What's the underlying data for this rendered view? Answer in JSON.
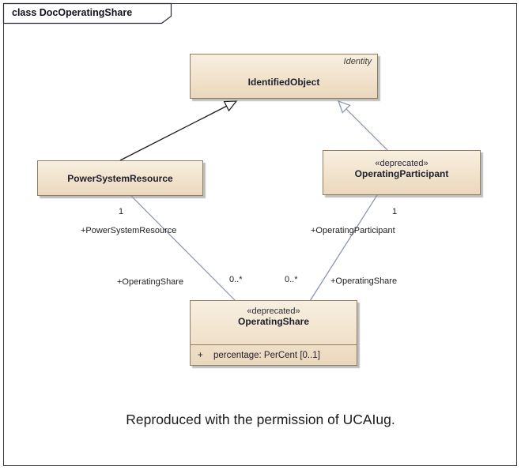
{
  "frame": {
    "title": "class DocOperatingShare"
  },
  "classes": {
    "identified_object": {
      "package": "Identity",
      "name": "IdentifiedObject"
    },
    "power_system_resource": {
      "name": "PowerSystemResource"
    },
    "operating_participant": {
      "stereotype": "«deprecated»",
      "name": "OperatingParticipant"
    },
    "operating_share": {
      "stereotype": "«deprecated»",
      "name": "OperatingShare",
      "attributes": [
        {
          "vis": "+",
          "text": "percentage: PerCent [0..1]"
        }
      ]
    }
  },
  "relations": {
    "psr_association": {
      "source_multiplicity": "1",
      "source_role": "+PowerSystemResource",
      "target_role": "+OperatingShare",
      "target_multiplicity": "0..*"
    },
    "participant_association": {
      "source_multiplicity": "1",
      "source_role": "+OperatingParticipant",
      "target_role": "+OperatingShare",
      "target_multiplicity": "0..*"
    }
  },
  "caption": "Reproduced with the permission of UCAIug.",
  "colors": {
    "class_fill_top": "#F8EFE0",
    "class_fill_bottom": "#EAD8BD",
    "class_border": "#8F7E62",
    "connector": "#8691AD",
    "generalization": "#1A1A1A"
  }
}
